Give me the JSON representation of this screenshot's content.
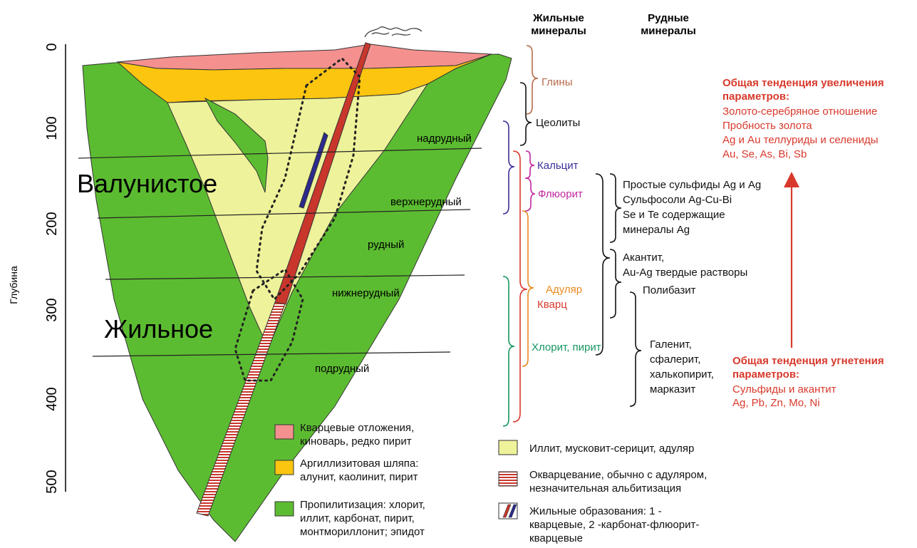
{
  "axis": {
    "ylabel": "Глубина",
    "ticks": [
      "0",
      "100",
      "200",
      "300",
      "400",
      "500"
    ]
  },
  "deposit_types": {
    "upper": "Валунистое",
    "lower": "Жильное"
  },
  "zones": [
    "надрудный",
    "верхнерудный",
    "рудный",
    "нижнерудный",
    "подрудный"
  ],
  "columns": {
    "vein_title_1": "Жильные",
    "vein_title_2": "минералы",
    "ore_title_1": "Рудные",
    "ore_title_2": "минералы"
  },
  "vein_minerals": {
    "clays": "Глины",
    "zeolites": "Цеолиты",
    "calcite": "Кальцит",
    "fluorite": "Флюорит",
    "adularia": "Адуляр",
    "quartz": "Кварц",
    "chlorite_pyrite": "Хлорит, пирит"
  },
  "ore_minerals": {
    "group1": [
      "Простые сульфиды Ag и Ag",
      "Сульфосоли Ag-Cu-Bi",
      "Se и Te содержащие",
      "минералы Ag"
    ],
    "group2": [
      "Акантит,",
      "Au-Ag твердые растворы"
    ],
    "polybasite": "Полибазит",
    "group3": [
      "Галенит,",
      "сфалерит,",
      "халькопирит,",
      "марказит"
    ]
  },
  "trend_up": {
    "title": [
      "Общая тенденция увеличения",
      "параметров:"
    ],
    "items": [
      "Золото-серебряное отношение",
      "Пробность золота",
      "Ag и Au теллуриды и селениды",
      "Au, Se, As, Bi, Sb"
    ]
  },
  "trend_down": {
    "title": [
      "Общая тенденция угнетения",
      "параметров:"
    ],
    "items": [
      "Сульфиды и акантит",
      "Ag, Pb, Zn, Mo, Ni"
    ]
  },
  "legend": {
    "quartz_deposits": [
      "Кварцевые отложения,",
      "киноварь, редко пирит"
    ],
    "argillic": [
      "Аргиллизитовая шляпа:",
      "алунит, каолинит, пирит"
    ],
    "propylitic": [
      "Пропилитизация: хлорит,",
      "иллит, карбонат, пирит,",
      "монтмориллонит; эпидот"
    ],
    "illite": "Иллит, мусковит-серицит, адуляр",
    "silicification": [
      "Окварцевание, обычно с адуляром,",
      "незначительная альбитизация"
    ],
    "veins": [
      "Жильные образования: 1 -",
      "кварцевые, 2 -карбонат-флюорит-",
      "кварцевые"
    ]
  },
  "colors": {
    "quartz_deposits": "#f4918f",
    "argillic": "#fcc50f",
    "propylitic": "#5cbc31",
    "illite": "#eef29a",
    "vein_quartz": "#c9362b",
    "vein_carbonate": "#2c2a8c",
    "trend": "#d8392c",
    "clays": "#b66a4b",
    "calcite": "#3a2f9a",
    "fluorite": "#c1279e",
    "adularia": "#e9891f",
    "quartz": "#d8392c",
    "chlorite": "#159760"
  }
}
